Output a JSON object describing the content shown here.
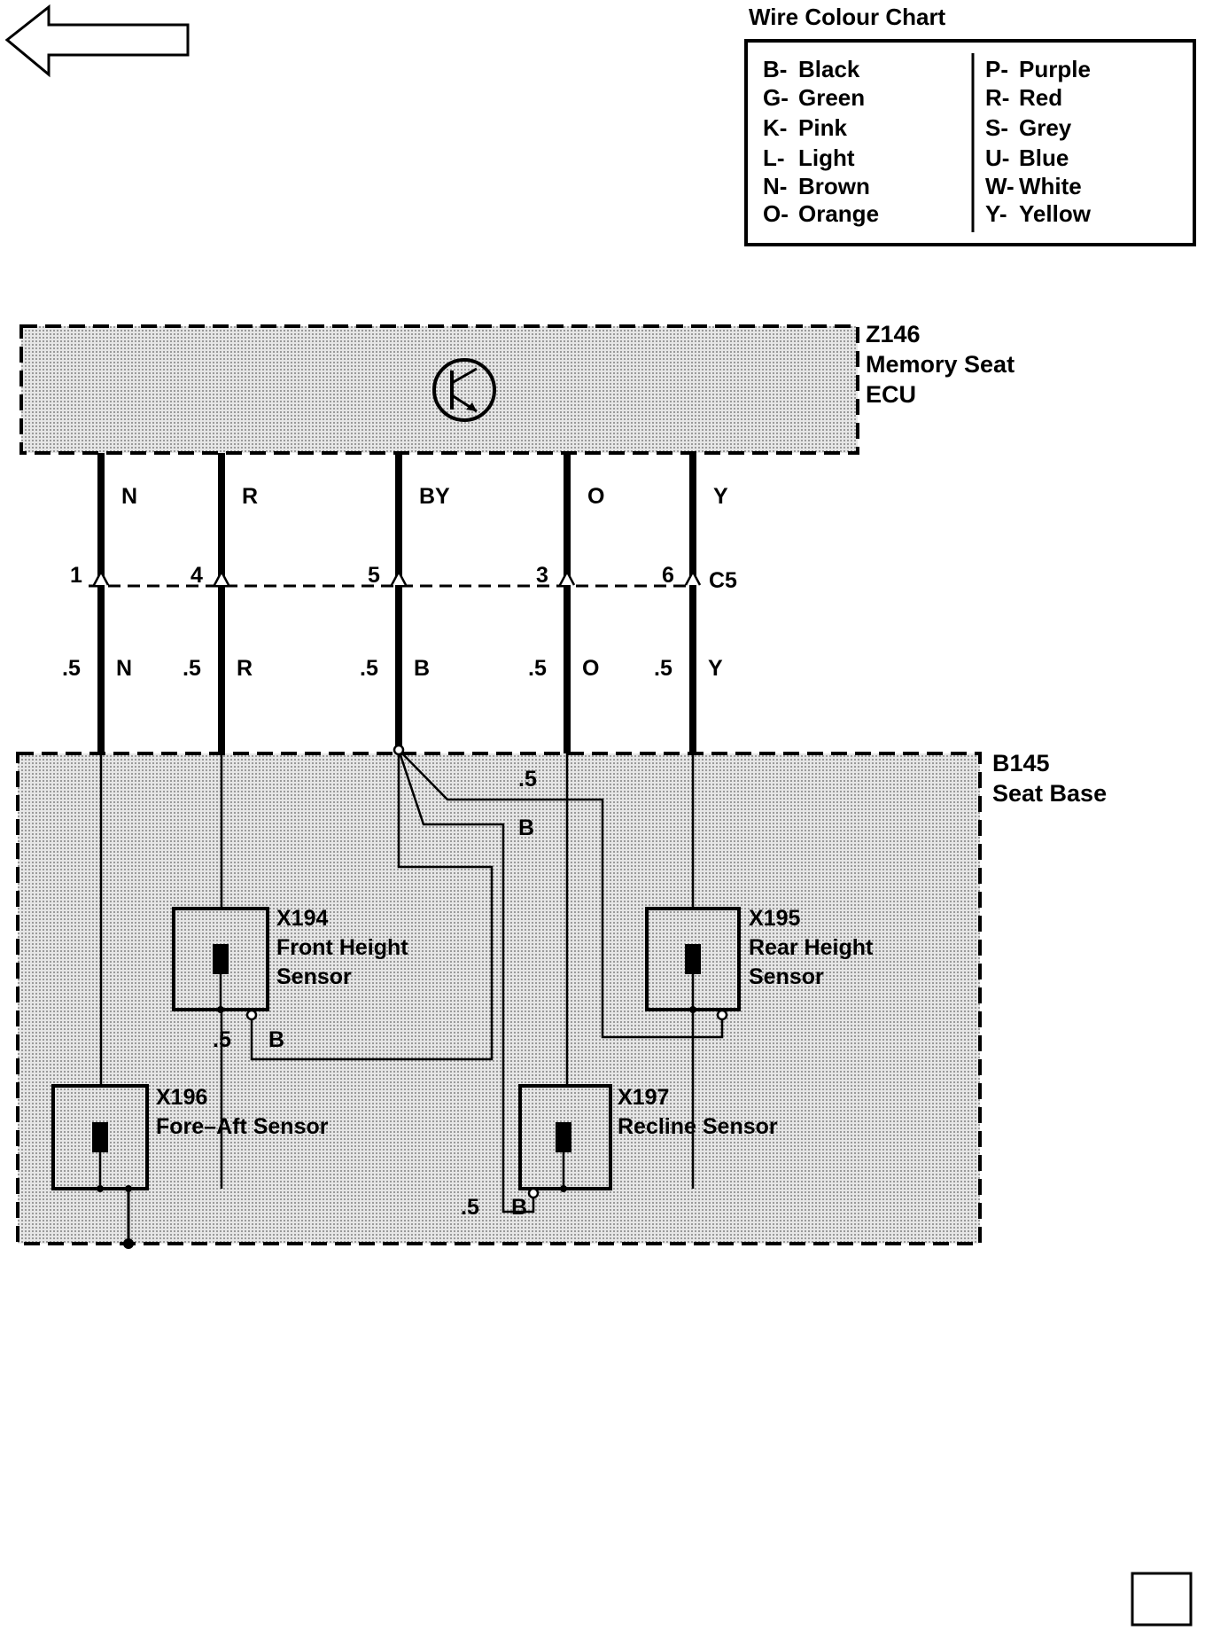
{
  "colour_chart": {
    "title": "Wire Colour Chart",
    "left": [
      {
        "code": "B-",
        "name": "Black"
      },
      {
        "code": "G-",
        "name": "Green"
      },
      {
        "code": "K-",
        "name": "Pink"
      },
      {
        "code": "L-",
        "name": "Light"
      },
      {
        "code": "N-",
        "name": "Brown"
      },
      {
        "code": "O-",
        "name": "Orange"
      }
    ],
    "right": [
      {
        "code": "P-",
        "name": "Purple"
      },
      {
        "code": "R-",
        "name": "Red"
      },
      {
        "code": "S-",
        "name": "Grey"
      },
      {
        "code": "U-",
        "name": "Blue"
      },
      {
        "code": "W-",
        "name": "White"
      },
      {
        "code": "Y-",
        "name": "Yellow"
      }
    ]
  },
  "ecu": {
    "id": "Z146",
    "line1": "Memory Seat",
    "line2": "ECU"
  },
  "seat_base": {
    "id": "B145",
    "name": "Seat Base"
  },
  "connector": {
    "id": "C5"
  },
  "wires": [
    {
      "color_top": "N",
      "pin": "1",
      "size": ".5",
      "color_bottom": "N"
    },
    {
      "color_top": "R",
      "pin": "4",
      "size": ".5",
      "color_bottom": "R"
    },
    {
      "color_top": "BY",
      "pin": "5",
      "size": ".5",
      "color_bottom": "B"
    },
    {
      "color_top": "O",
      "pin": "3",
      "size": ".5",
      "color_bottom": "O"
    },
    {
      "color_top": "Y",
      "pin": "6",
      "size": ".5",
      "color_bottom": "Y"
    }
  ],
  "branch_labels": {
    "rear_size": ".5",
    "rear_color": "B",
    "front_size": ".5",
    "front_color": "B",
    "recline_size": ".5",
    "recline_color": "B"
  },
  "sensors": {
    "x194": {
      "id": "X194",
      "line1": "Front Height",
      "line2": "Sensor"
    },
    "x195": {
      "id": "X195",
      "line1": "Rear Height",
      "line2": "Sensor"
    },
    "x196": {
      "id": "X196",
      "line1": "Fore–Aft Sensor"
    },
    "x197": {
      "id": "X197",
      "line1": "Recline Sensor"
    }
  },
  "colors": {
    "shade": "#c8c8c8",
    "line": "#000000"
  }
}
